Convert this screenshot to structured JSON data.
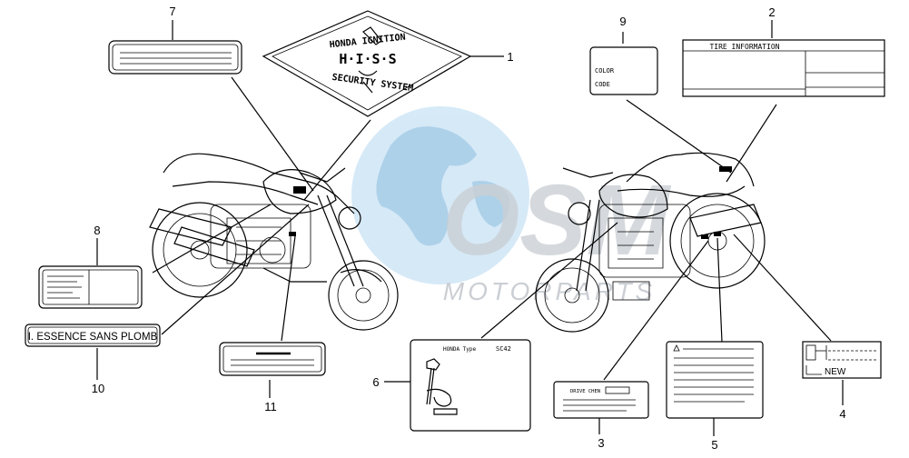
{
  "watermark": {
    "brand": "OSM",
    "tagline": "MOTORPARTS",
    "color_globe": "#b9d9ef",
    "color_text": "#c9cdd3"
  },
  "callouts": {
    "n1": "1",
    "n2": "2",
    "n3": "3",
    "n4": "4",
    "n5": "5",
    "n6": "6",
    "n7": "7",
    "n8": "8",
    "n9": "9",
    "n10": "10",
    "n11": "11"
  },
  "labels": {
    "his_top": "HONDA IGNITION",
    "his_mid": "H·I·S·S",
    "his_bottom": "SECURITY SYSTEM",
    "color_code_1": "COLOR",
    "color_code_2": "CODE",
    "tire_info": "TIRE INFORMATION",
    "essence": "I. ESSENCE SANS PLOMB",
    "honda_type": "HONDA Type",
    "honda_model": "SC42",
    "drive_chain": "DRIVE CHEN",
    "new": "NEW"
  }
}
